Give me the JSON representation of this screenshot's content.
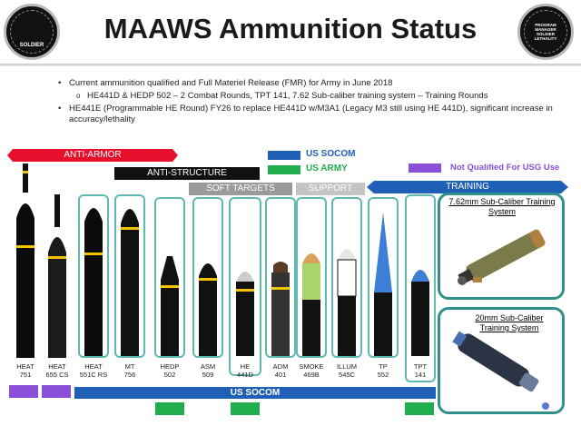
{
  "title": "MAAWS Ammunition Status",
  "logos": {
    "left": {
      "text": "SOLDIER"
    },
    "right": {
      "text": "PROGRAM MANAGER SOLDIER LETHALITY"
    }
  },
  "bullets": [
    {
      "text": "Current ammunition qualified and Full Materiel Release (FMR) for Army in June 2018"
    },
    {
      "text": "HE441D & HEDP 502 – 2 Combat Rounds, TPT 141, 7.62 Sub-caliber training system – Training Rounds",
      "sub": true
    },
    {
      "text": "HE441E (Programmable HE Round) FY26 to replace HE441D w/M3A1 (Legacy M3 still using HE 441D), significant increase in accuracy/lethality"
    }
  ],
  "categories": {
    "anti_armor": "ANTI-ARMOR",
    "anti_structure": "ANTI-STRUCTURE",
    "soft_targets": "SOFT TARGETS",
    "support": "SUPPORT",
    "training": "TRAINING"
  },
  "legend": {
    "socom": "US SOCOM",
    "army": "US ARMY",
    "not_qualified": "Not Qualified For USG Use"
  },
  "colors": {
    "anti_armor": "#e8112d",
    "socom": "#1f5fb5",
    "army": "#1fae4b",
    "not_qualified": "#8b4fd8",
    "training_outline": "#2f8f8a"
  },
  "rounds": [
    {
      "name": "HEAT\n751",
      "status": "not-qualified"
    },
    {
      "name": "HEAT\n655 CS",
      "status": "not-qualified"
    },
    {
      "name": "HEAT\n551C RS",
      "status": "socom"
    },
    {
      "name": "MT\n756",
      "status": "socom"
    },
    {
      "name": "HEDP\n502",
      "status": "army"
    },
    {
      "name": "ASM\n509",
      "status": "socom"
    },
    {
      "name": "HE\n441D",
      "status": "army"
    },
    {
      "name": "ADM\n401",
      "status": "socom"
    },
    {
      "name": "SMOKE\n469B",
      "status": "socom"
    },
    {
      "name": "ILLUM\n545C",
      "status": "socom"
    },
    {
      "name": "TP\n552",
      "status": "socom"
    },
    {
      "name": "TPT\n141",
      "status": "army"
    }
  ],
  "bottom_bar": "US SOCOM",
  "training_systems": {
    "s762": "7.62mm Sub-Caliber Training System",
    "s20": "20mm Sub-Caliber Training System"
  }
}
